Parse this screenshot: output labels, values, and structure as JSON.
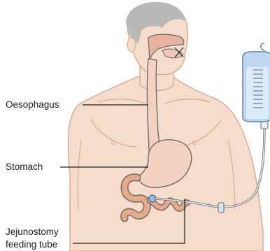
{
  "labels": {
    "oesophagus": "Oesophagus",
    "stomach": "Stomach",
    "jejunostomy_line1": "Jejunostomy",
    "jejunostomy_line2": "feeding tube"
  },
  "colors": {
    "skin": "#f6dccb",
    "skin_outline": "#d8a98f",
    "hair": "#b9b9b9",
    "stomach": "#f4d2c2",
    "intestine": "#e8a987",
    "tube_outline": "#6e6e6e",
    "bag": "#bcd7ee",
    "bag_outline": "#5a7fa8",
    "line": "#1f1f1f"
  }
}
